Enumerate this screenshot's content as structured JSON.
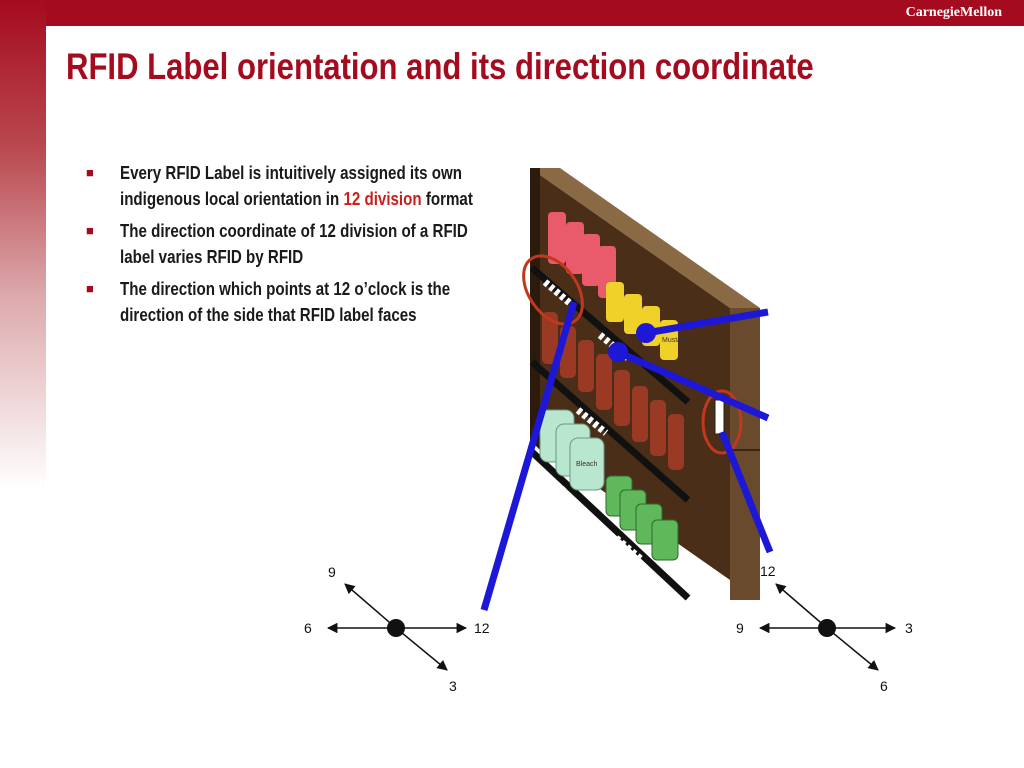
{
  "header": {
    "brand": "CarnegieMellon"
  },
  "slide": {
    "title": "RFID Label orientation and its direction coordinate"
  },
  "bullets": [
    {
      "marker": "■",
      "text_before": "Every RFID Label is intuitively assigned its own indigenous local orientation in ",
      "highlight": "12 division",
      "text_after": " format"
    },
    {
      "marker": "■",
      "text": "The direction coordinate of 12 division of a RFID label varies RFID by RFID"
    },
    {
      "marker": "■",
      "text": "The direction which points at 12 o’clock is the direction of the side that RFID label faces"
    }
  ],
  "left_compass": {
    "up_left": "9",
    "left": "6",
    "right": "12",
    "down_right": "3"
  },
  "right_compass": {
    "up_left": "12",
    "left": "9",
    "right": "3",
    "down_right": "6"
  },
  "products": {
    "bleach_label": "Bleach",
    "mustard_label": "Mustard"
  },
  "colors": {
    "brand": "#a50b1e",
    "accent_text": "#c8201c",
    "pointer_line": "#1d17d8",
    "highlight_ellipse": "#c0391f",
    "shelf_wood": "#6a4a2c"
  }
}
